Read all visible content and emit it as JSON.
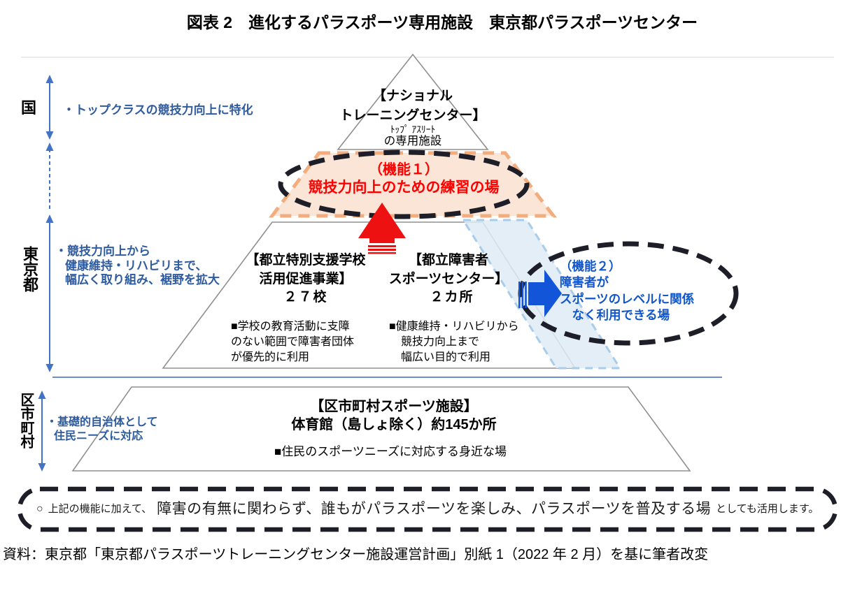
{
  "title": "図表 2　進化するパラスポーツ専用施設　東京都パラスポーツセンター",
  "axis": {
    "national": {
      "label": "国",
      "note": "・トップクラスの競技力向上に特化"
    },
    "tokyo": {
      "label": "東京都",
      "note": "・競技力向上から\n健康維持・リハビリまで、\n幅広く取り組み、裾野を拡大"
    },
    "municipal": {
      "label": "区市町村",
      "note": "・基礎的自治体として\n住民ニーズに対応"
    }
  },
  "pyramid": {
    "national_facility": {
      "name": "【ナショナル\nトレーニングセンター】",
      "sub1": "ﾄｯﾌﾟ ｱｽﾘｰﾄ",
      "sub2": "の専用施設"
    },
    "function1": {
      "label": "（機能１）",
      "text": "競技力向上のための練習の場"
    },
    "school": {
      "name": "【都立特別支援学校\n活用促進事業】",
      "count": "２７校",
      "note": "■学校の教育活動に支障\nのない範囲で障害者団体\nが優先的に利用"
    },
    "sports_center": {
      "name": "【都立障害者\nスポーツセンター】",
      "count": "２カ所",
      "note": "■健康維持・リハビリから\n競技力向上まで\n幅広い目的で利用"
    },
    "function2": {
      "text": "（機能２）\n障害者が\nスポーツのレベルに関係\n　なく利用できる場"
    },
    "municipal_facility": {
      "name": "【区市町村スポーツ施設】",
      "sub": "体育館（島しょ除く）約145か所",
      "note": "■住民のスポーツニーズに対応する身近な場"
    }
  },
  "footer": {
    "bullet": "○",
    "prefix": "上記の機能に加えて、",
    "main": "障害の有無に関わらず、誰もがパラスポーツを楽しみ、パラスポーツを普及する場",
    "suffix": "としても活用します。"
  },
  "source": "資料：東京都「東京都パラスポーツトレーニングセンター施設運営計画」別紙 1（2022 年 2 月）を基に筆者改変",
  "colors": {
    "note_blue": "#2E5B9E",
    "function_blue": "#1256CB",
    "arrow_blue": "#1355D8",
    "axis_arrow_blue": "#4472C4",
    "function_red": "#FF0000",
    "arrow_red": "#EE1111",
    "peach_fill": "#FBE5D6",
    "orange_dash": "#F2AD7E",
    "lightblue_fill": "#DEEBF5",
    "lightblue_dash": "#A9CCE8",
    "dash_black": "#1E1E28",
    "shape_gray": "#909090",
    "divider_blue": "#6D8EC9"
  }
}
